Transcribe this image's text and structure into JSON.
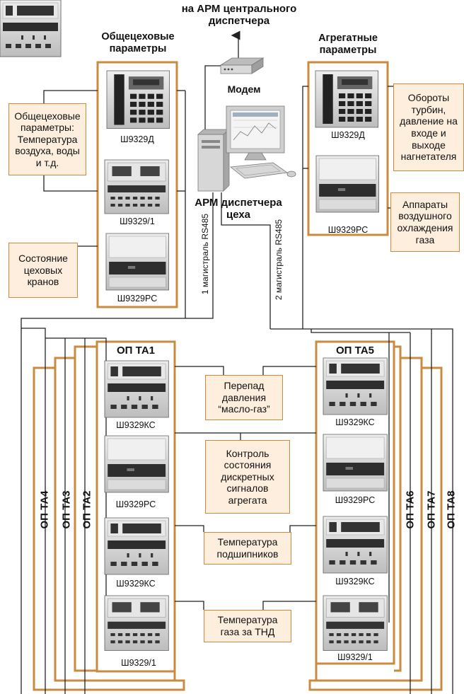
{
  "header": {
    "to_central_line1": "на АРМ центрального",
    "to_central_line2": "диспетчера",
    "modem": "Модем",
    "workstation_line1": "АРМ диспетчера",
    "workstation_line2": "цеха"
  },
  "groups": {
    "shop_title_line1": "Общецеховые",
    "shop_title_line2": "параметры",
    "unit_title_line1": "Агрегатные",
    "unit_title_line2": "параметры"
  },
  "bus": {
    "line1": "1 магистраль RS485",
    "line2": "2 магистраль RS485"
  },
  "left_notes": {
    "shop_params": "Общецеховые параметры: Температура воздуха, воды и т.д.",
    "valves": "Состояние цеховых кранов"
  },
  "right_notes": {
    "turbines": "Обороты турбин, давление на входе и выходе нагнетателя",
    "coolers": "Аппараты воздушного охлаждения газа"
  },
  "devices": {
    "shop_1": "Ш9329Д",
    "shop_2": "Ш9329/1",
    "shop_3": "Ш9329РС",
    "unit_1": "Ш9329Д",
    "unit_2": "Ш9329РС",
    "ta1_1": "Ш9329КС",
    "ta1_2": "Ш9329РС",
    "ta1_3": "Ш9329КС",
    "ta1_4": "Ш9329/1",
    "ta5_1": "Ш9329КС",
    "ta5_2": "Ш9329РС",
    "ta5_3": "Ш9329КС",
    "ta5_4": "Ш9329/1"
  },
  "ta_labels": {
    "ta1": "ОП ТА1",
    "ta2": "ОП ТА2",
    "ta3": "ОП ТА3",
    "ta4": "ОП ТА4",
    "ta5": "ОП ТА5",
    "ta6": "ОП ТА6",
    "ta7": "ОП ТА7",
    "ta8": "ОП ТА8"
  },
  "center_notes": {
    "pressure": "Перепад давления “масло-газ”",
    "discrete": "Контроль состояния дискретных сигналов агрегата",
    "bearings": "Температура подшипников",
    "gas_temp": "Температура газа за ТНД"
  },
  "colors": {
    "frame": "#c98b3f",
    "note_fill": "#fdeedd",
    "wire": "#222222"
  }
}
